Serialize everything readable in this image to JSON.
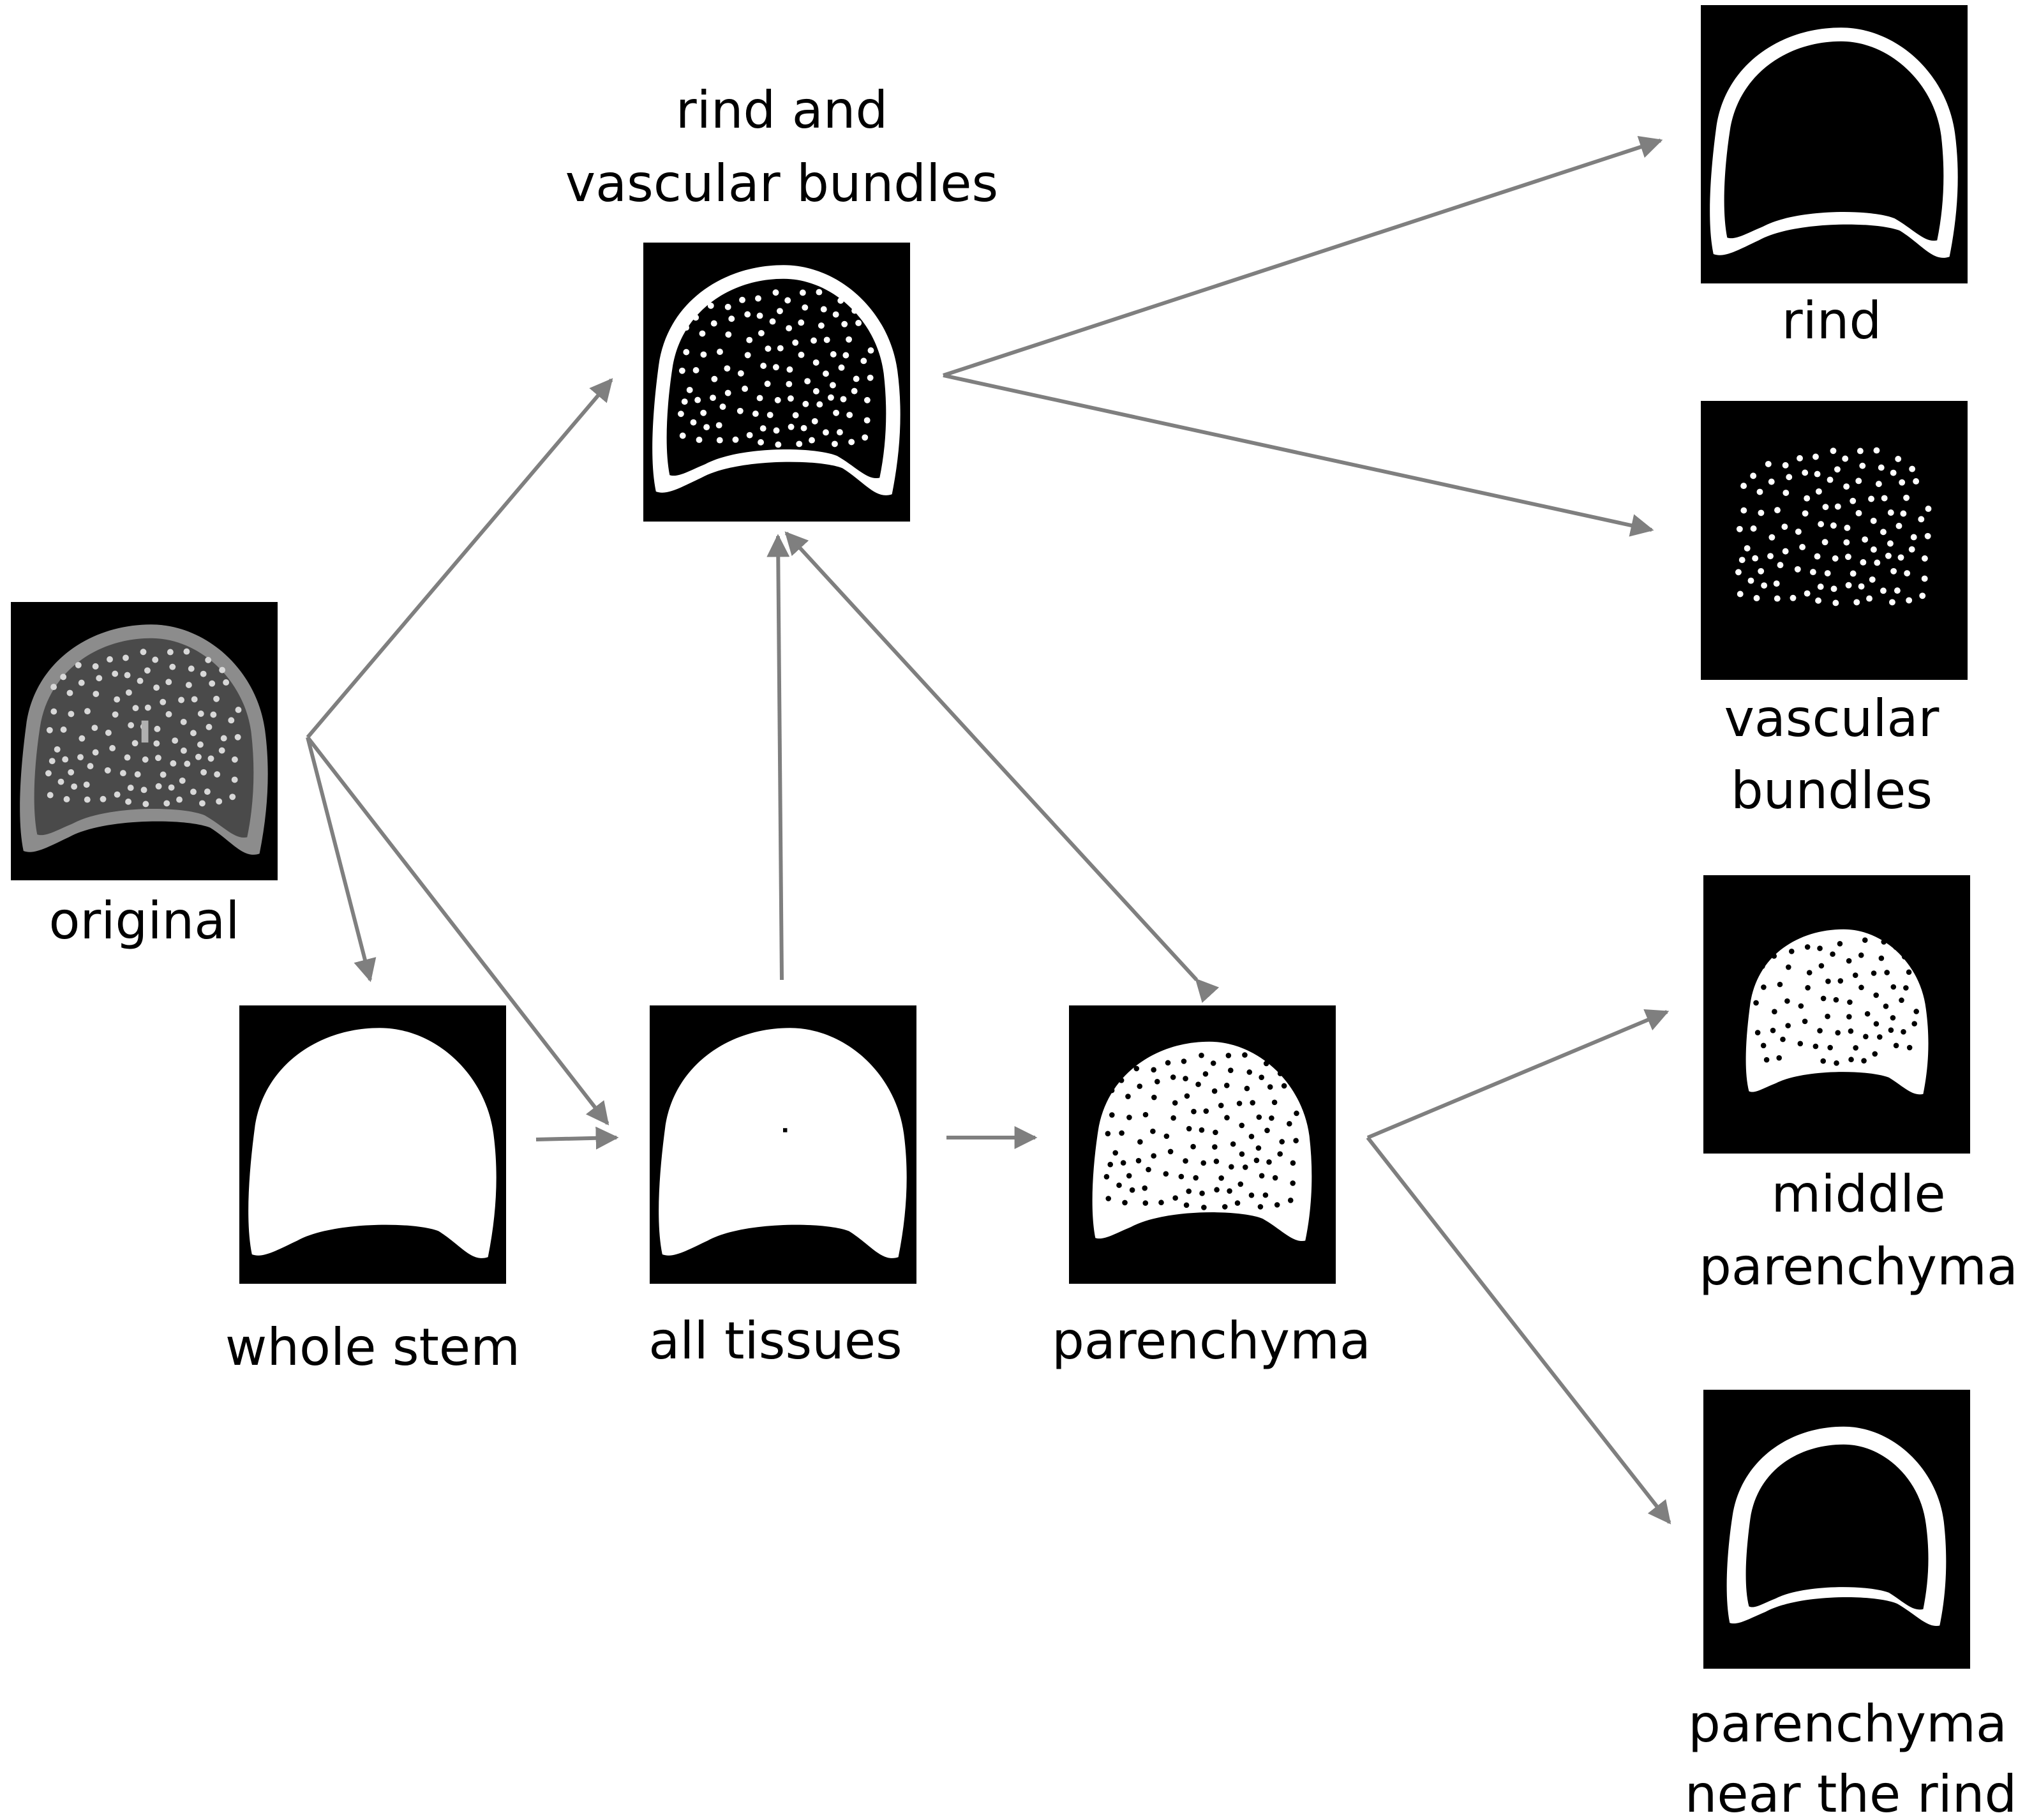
{
  "labels": {
    "original": "original",
    "rind_and_vascular_bundles_line1": "rind and",
    "rind_and_vascular_bundles_line2": "vascular bundles",
    "whole_stem": "whole stem",
    "all_tissues": "all tissues",
    "parenchyma": "parenchyma",
    "rind": "rind",
    "vascular_bundles_line1": "vascular",
    "vascular_bundles_line2": "bundles",
    "middle_parenchyma_line1": "middle",
    "middle_parenchyma_line2": "parenchyma",
    "parenchyma_near_rind_line1": "parenchyma",
    "parenchyma_near_rind_line2": "near the rind"
  },
  "colors": {
    "arrow": "#7f7f7f",
    "panel_background": "#000000",
    "tissue": "#ffffff",
    "original_tissue": "#8c8c8c"
  }
}
